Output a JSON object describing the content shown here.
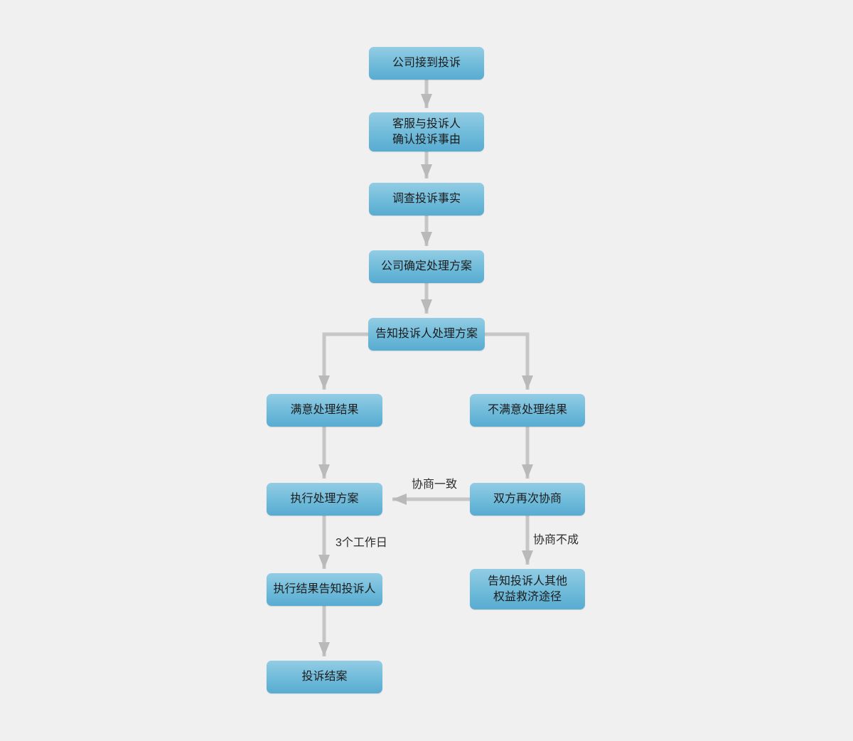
{
  "page": {
    "background_color": "#f0f0f0"
  },
  "colors": {
    "node_gradient_top": "#93cce4",
    "node_gradient_bottom": "#58abd1",
    "arrow_line": "#c6c6c6",
    "arrow_head": "#b9b9b9",
    "node_text": "#1c1c1c",
    "label_text": "#2b2b2b"
  },
  "flowchart": {
    "nodes": {
      "receive": {
        "label": "公司接到投诉"
      },
      "confirm": {
        "label": "客服与投诉人\n确认投诉事由"
      },
      "investigate": {
        "label": "调查投诉事实"
      },
      "determine": {
        "label": "公司确定处理方案"
      },
      "notify_plan": {
        "label": "告知投诉人处理方案"
      },
      "satisfied": {
        "label": "满意处理结果"
      },
      "unsatisfied": {
        "label": "不满意处理结果"
      },
      "execute": {
        "label": "执行处理方案"
      },
      "renegotiate": {
        "label": "双方再次协商"
      },
      "notify_result": {
        "label": "执行结果告知投诉人"
      },
      "other_remedies": {
        "label": "告知投诉人其他\n权益救济途径"
      },
      "close_case": {
        "label": "投诉结案"
      }
    },
    "edge_labels": {
      "agreement": "协商一致",
      "three_days": "3个工作日",
      "no_agreement": "协商不成"
    }
  }
}
